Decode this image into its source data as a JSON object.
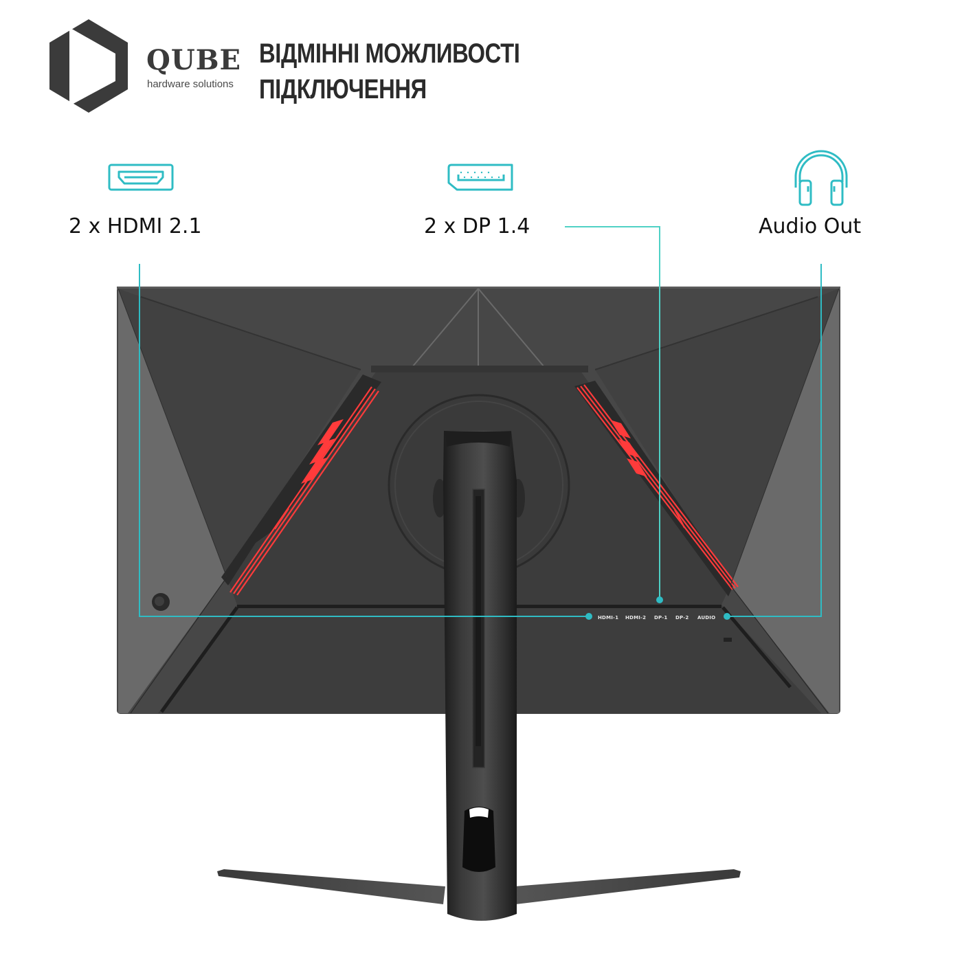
{
  "brand": {
    "name": "QUBE",
    "tagline": "hardware solutions",
    "logo_icon": "hexagon-cube-icon",
    "color": "#3b3b3b"
  },
  "header": {
    "title_line1": "ВІДМІННІ МОЖЛИВОСТІ",
    "title_line2": "ПІДКЛЮЧЕННЯ"
  },
  "features": [
    {
      "icon": "hdmi-port-icon",
      "label": "2 x HDMI 2.1"
    },
    {
      "icon": "displayport-icon",
      "label": "2 x DP 1.4"
    },
    {
      "icon": "headphones-icon",
      "label": "Audio Out"
    }
  ],
  "ports": [
    {
      "label": "HDMI-1"
    },
    {
      "label": "HDMI-2"
    },
    {
      "label": "DP-1"
    },
    {
      "label": "DP-2"
    },
    {
      "label": "AUDIO"
    }
  ],
  "colors": {
    "accent_teal": "#2fbcc4",
    "callout_line": "#4fd1c5",
    "monitor_body": "#454545",
    "monitor_side": "#6a6a6a",
    "red_accent": "#ff3b3b",
    "text_dark": "#111111"
  }
}
